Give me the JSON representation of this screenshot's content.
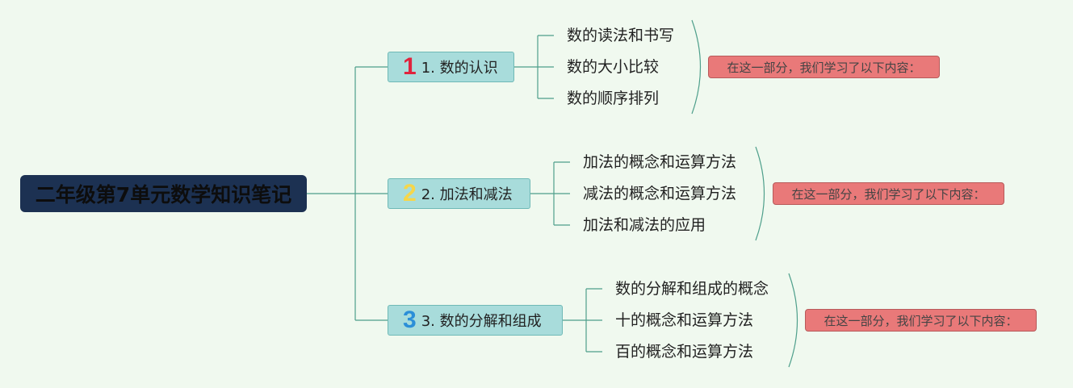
{
  "root": {
    "title": "二年级第7单元数学知识笔记"
  },
  "branches": [
    {
      "number": "1",
      "number_color": "#e0233d",
      "label": "1. 数的认识",
      "items": [
        "数的读法和书写",
        "数的大小比较",
        "数的顺序排列"
      ],
      "summary": "在这一部分，我们学习了以下内容："
    },
    {
      "number": "2",
      "number_color": "#f6d64a",
      "label": "2. 加法和减法",
      "items": [
        "加法的概念和运算方法",
        "减法的概念和运算方法",
        "加法和减法的应用"
      ],
      "summary": "在这一部分，我们学习了以下内容："
    },
    {
      "number": "3",
      "number_color": "#2b8fd8",
      "label": "3. 数的分解和组成",
      "items": [
        "数的分解和组成的概念",
        "十的概念和运算方法",
        "百的概念和运算方法"
      ],
      "summary": "在这一部分，我们学习了以下内容："
    }
  ],
  "colors": {
    "background": "#f0f9ef",
    "root_fill": "#1c3152",
    "branch_fill": "#a8dcdb",
    "connector": "#4e9f8b",
    "summary_fill": "#e97979"
  }
}
